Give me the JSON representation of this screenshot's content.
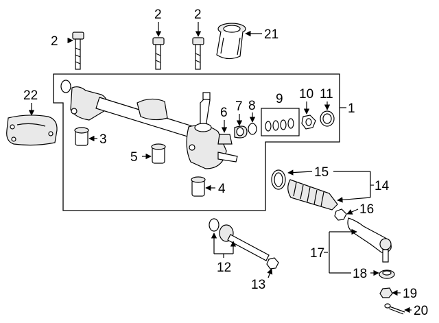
{
  "callouts": {
    "c1": "1",
    "c2a": "2",
    "c2b": "2",
    "c2c": "2",
    "c3": "3",
    "c4": "4",
    "c5": "5",
    "c6": "6",
    "c7": "7",
    "c8": "8",
    "c9": "9",
    "c10": "10",
    "c11": "11",
    "c12": "12",
    "c13": "13",
    "c14": "14",
    "c15": "15",
    "c16": "16",
    "c17": "17",
    "c18": "18",
    "c19": "19",
    "c20": "20",
    "c21": "21",
    "c22": "22"
  },
  "icons": [
    "steering-gear-assembly-icon",
    "bolt-icon",
    "bushing-icon",
    "boot-icon",
    "tie-rod-end-icon",
    "nut-icon",
    "cotter-pin-icon",
    "heat-shield-icon",
    "grommet-icon"
  ]
}
